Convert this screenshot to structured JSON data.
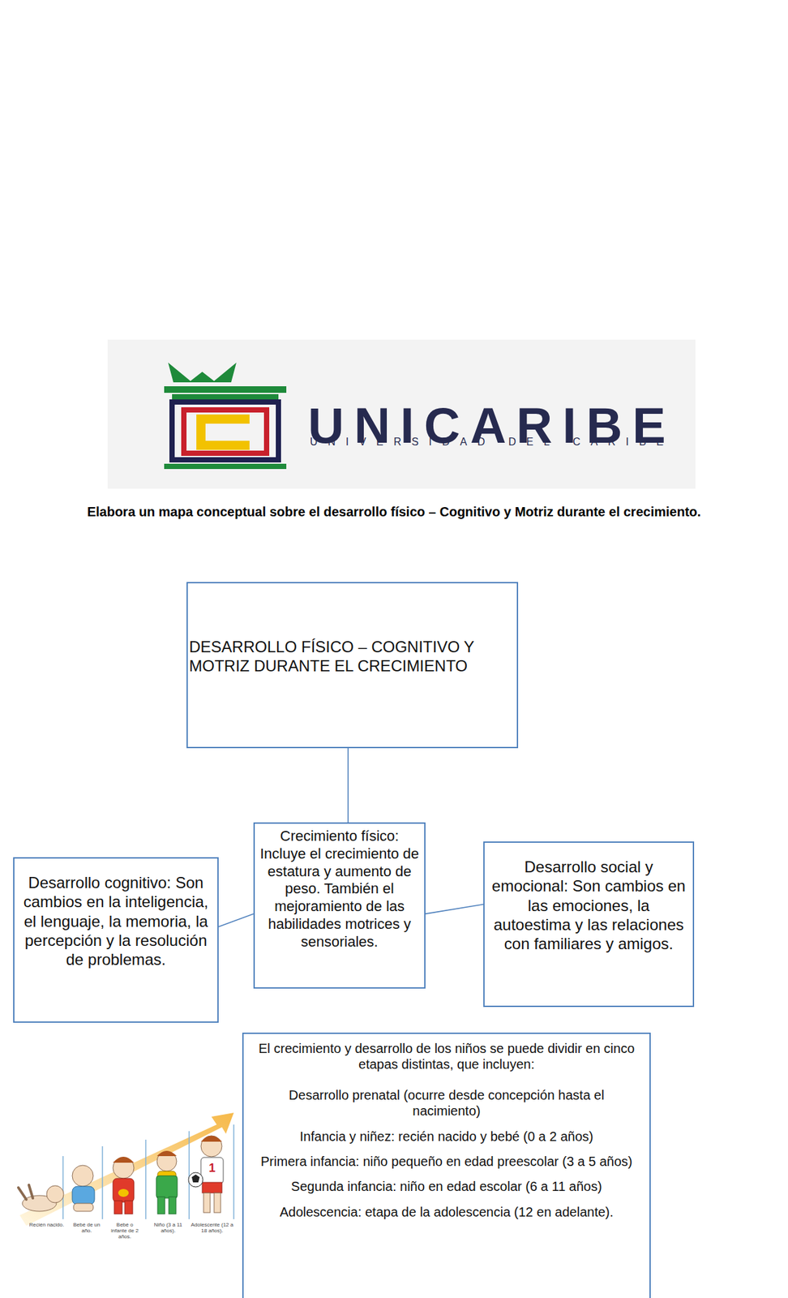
{
  "diagram": {
    "title": "Elabora un mapa conceptual sobre el desarrollo físico – Cognitivo y Motriz durante el crecimiento.",
    "nodes": [
      {
        "text": [
          "DESARROLLO FÍSICO – COGNITIVO Y MOTRIZ DURANTE EL CRECIMIENTO"
        ]
      },
      {
        "text": [
          "Crecimiento físico: Incluye el crecimiento de estatura y aumento de peso. También el mejoramiento de las habilidades motrices y sensoriales."
        ]
      },
      {
        "text": [
          "Desarrollo cognitivo: Son cambios en la inteligencia, el lenguaje, la memoria, la percepción y la resolución de problemas."
        ]
      },
      {
        "text": [
          "Desarrollo social y emocional: Son cambios en las emociones, la autoestima y las relaciones con familiares y amigos."
        ]
      },
      {
        "text": [
          "El crecimiento y desarrollo de los niños se puede dividir en cinco etapas distintas, que incluyen:",
          "Desarrollo prenatal (ocurre desde concepción hasta el nacimiento)",
          "Infancia y niñez: recién nacido y bebé (0 a 2 años)",
          "Primera infancia: niño pequeño en edad preescolar (3 a 5 años)",
          "Segunda infancia: niño en edad escolar (6 a 11 años)",
          "Adolescencia: etapa de la adolescencia (12 en adelante)."
        ]
      }
    ],
    "edges": [
      {
        "from": 0,
        "to": 1,
        "arrow": "none"
      },
      {
        "from": 1,
        "to": 2,
        "arrow": "none"
      },
      {
        "from": 1,
        "to": 3,
        "arrow": "none"
      }
    ],
    "labels": [
      "UNICARIBE",
      "UNIVERSIDAD DEL CARIBE",
      "1",
      "Recién nacido.",
      "Bebé de un año.",
      "Bebé o infante de 2 años.",
      "Niño (3 a 11 años).",
      "Adolescente (12 a 18 años)."
    ]
  }
}
